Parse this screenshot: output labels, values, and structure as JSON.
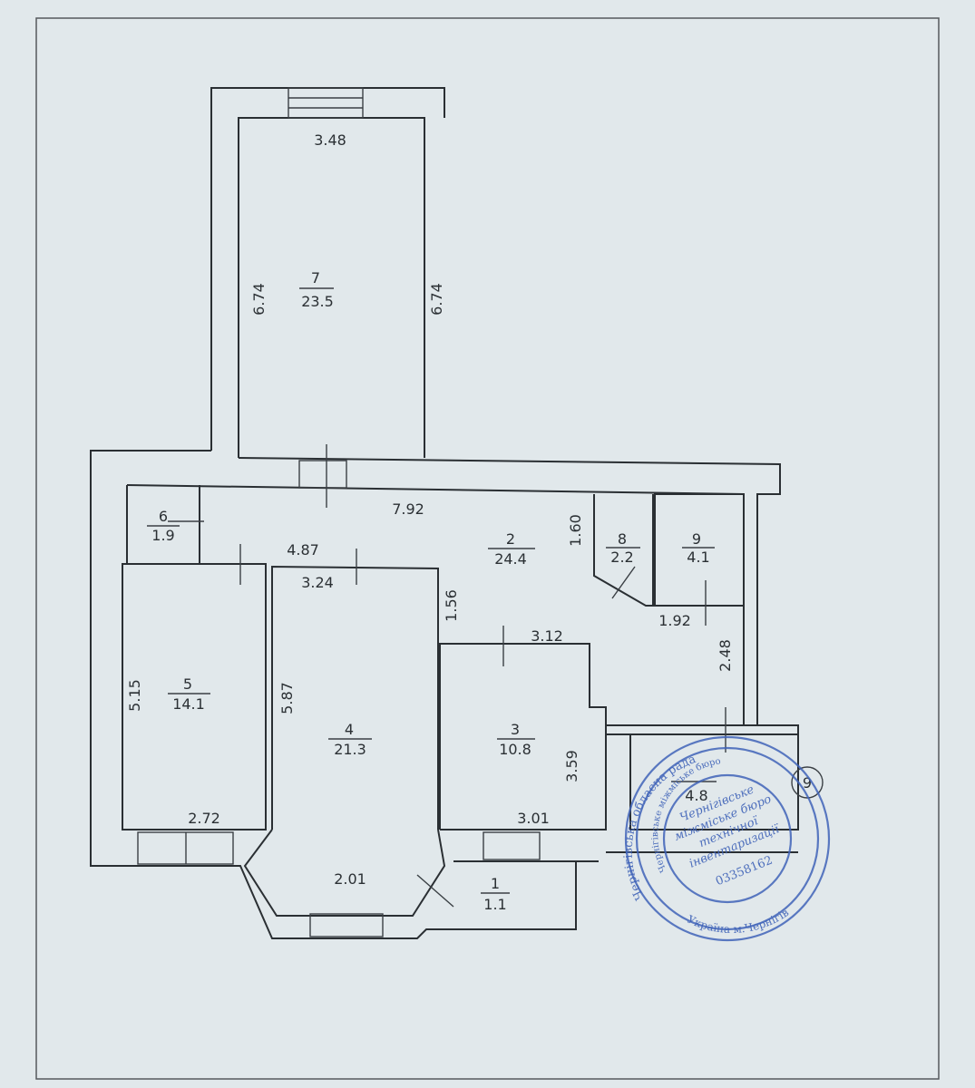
{
  "rooms": [
    {
      "number": "7",
      "area": "23.5"
    },
    {
      "number": "6",
      "area": "1.9"
    },
    {
      "number": "2",
      "area": "24.4"
    },
    {
      "number": "8",
      "area": "2.2"
    },
    {
      "number": "9",
      "area": "4.1"
    },
    {
      "number": "5",
      "area": "14.1"
    },
    {
      "number": "4",
      "area": "21.3"
    },
    {
      "number": "3",
      "area": "10.8"
    },
    {
      "number": "1",
      "area": "1.1"
    },
    {
      "number": "",
      "area": "4.8"
    }
  ],
  "dimensions": {
    "r7_top": "3.48",
    "r7_left": "6.74",
    "r7_right": "6.74",
    "corridor_len": "7.92",
    "corridor_w": "4.87",
    "r8_h": "1.60",
    "r9_w": "1.92",
    "right_h": "2.48",
    "r4_top": "3.24",
    "r4_side": "5.87",
    "r4_bay": "2.01",
    "r3_top": "3.12",
    "r3_side": "3.59",
    "r3_bottom": "3.01",
    "r3_gap": "1.56",
    "r5_side": "5.15",
    "r5_bottom": "2.72"
  },
  "marker": "9",
  "stamp": {
    "outer": "Чернігівська обласна рада",
    "inner_top": "Чернігівське міжміське бюро",
    "center": [
      "Чернігівське",
      "міжміське бюро",
      "технічної",
      "інвентаризації"
    ],
    "code": "03358162",
    "bottom": "Україна м.Чернігів",
    "color": "#3f63b8"
  }
}
